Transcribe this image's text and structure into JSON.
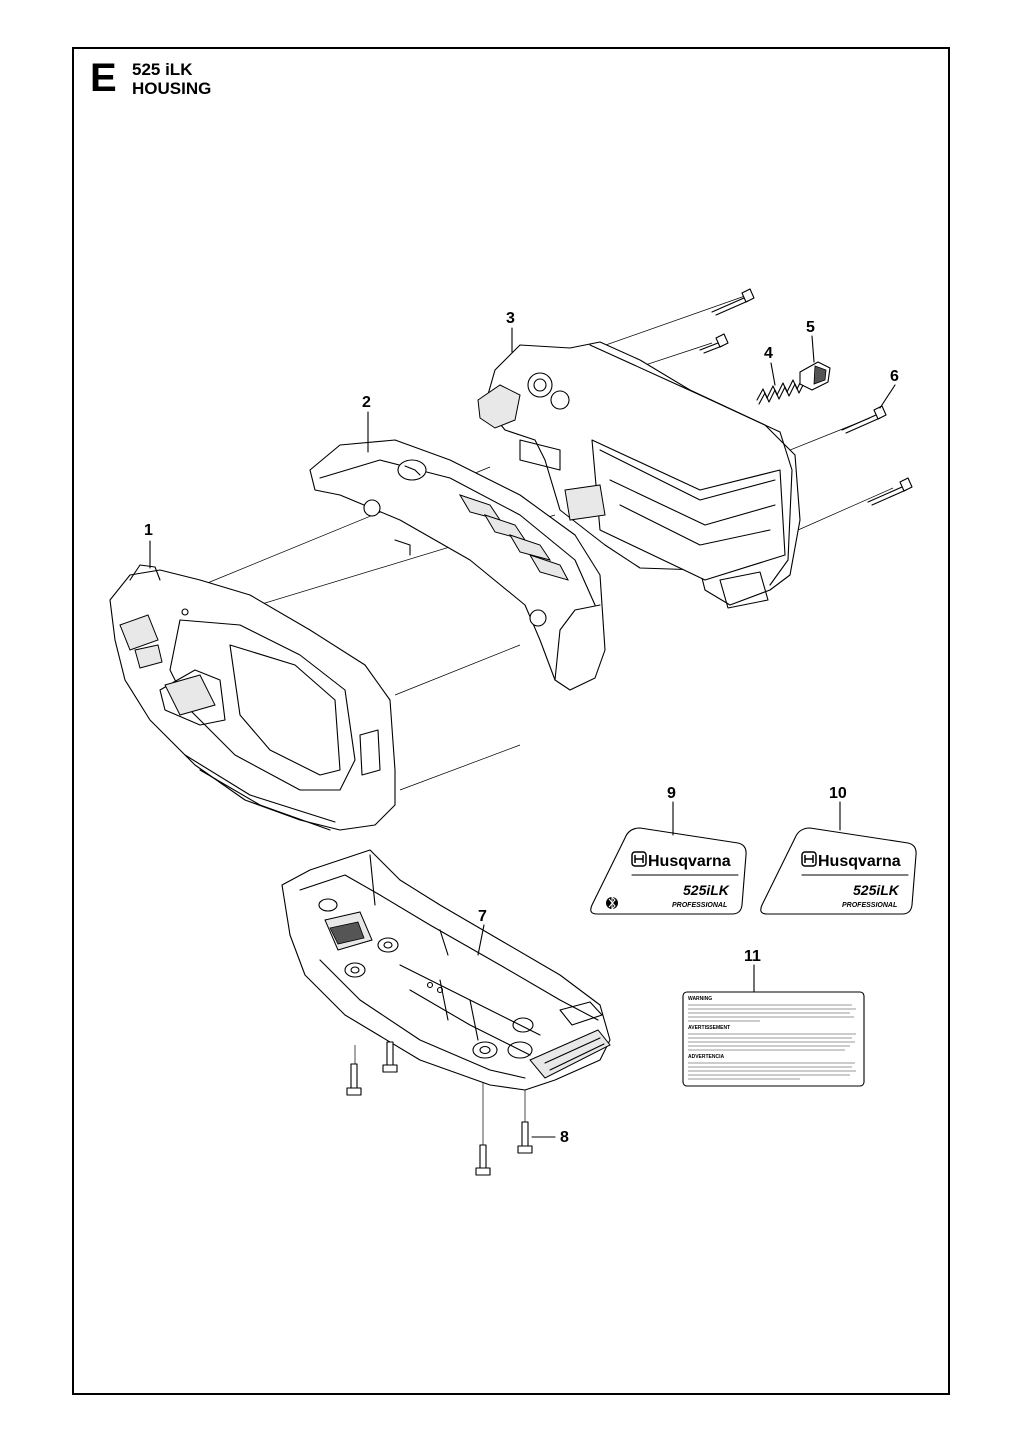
{
  "header": {
    "section_letter": "E",
    "model": "525 iLK",
    "section": "HOUSING"
  },
  "callouts": [
    "1",
    "2",
    "3",
    "4",
    "5",
    "6",
    "7",
    "8",
    "9",
    "10",
    "11"
  ],
  "decal": {
    "brand": "Husqvarna",
    "model": "525iLK",
    "grade": "PROFESSIONAL"
  },
  "warning_label": {
    "headings": [
      "WARNING",
      "AVERTISSEMENT",
      "ADVERTENCIA"
    ]
  }
}
